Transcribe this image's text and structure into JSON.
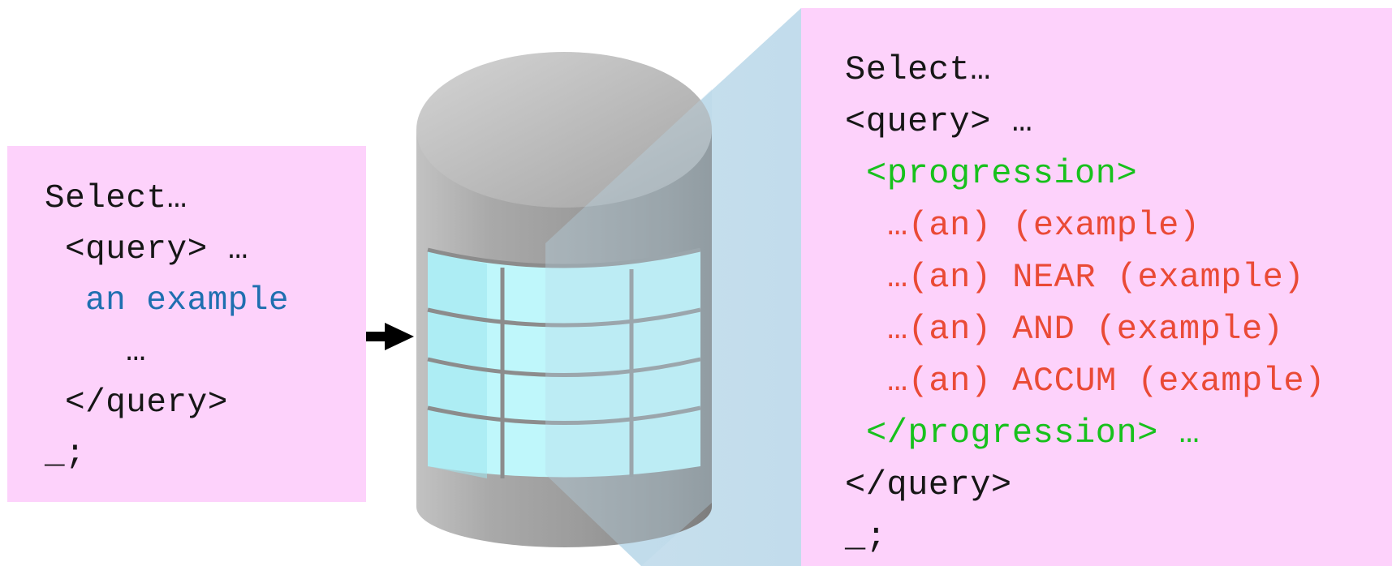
{
  "colors": {
    "panel_fill": "#fdd2fb",
    "text_default": "#161616",
    "text_blue": "#1f6fb0",
    "text_green": "#17c11c",
    "text_red": "#ea4a36",
    "cylinder_gray": "#aaaaaa",
    "window_cyan": "#bff7fb"
  },
  "icons": {
    "database": "database-cylinder-icon",
    "arrow": "arrow-right-icon"
  },
  "left_panel": {
    "lines": [
      {
        "text": "Select…",
        "color": "default",
        "indent": 0
      },
      {
        "text": "<query> …",
        "color": "default",
        "indent": 1
      },
      {
        "text": "an example",
        "color": "blue",
        "indent": 2
      },
      {
        "text": "…",
        "color": "default",
        "indent": 4
      },
      {
        "text": "</query>",
        "color": "default",
        "indent": 1
      },
      {
        "text": "_;",
        "color": "default",
        "indent": 0
      }
    ]
  },
  "right_panel": {
    "lines": [
      {
        "text": "Select…",
        "color": "default",
        "indent": 0
      },
      {
        "text": "<query> …",
        "color": "default",
        "indent": 0
      },
      {
        "text": "<progression>",
        "color": "green",
        "indent": 1
      },
      {
        "text": "…(an) (example)",
        "color": "red",
        "indent": 2
      },
      {
        "text": "…(an) NEAR (example)",
        "color": "red",
        "indent": 2
      },
      {
        "text": "…(an) AND (example)",
        "color": "red",
        "indent": 2
      },
      {
        "text": "…(an) ACCUM (example)",
        "color": "red",
        "indent": 2
      },
      {
        "text": "</progression> …",
        "color": "green",
        "indent": 1
      },
      {
        "text": "</query>",
        "color": "default",
        "indent": 0
      },
      {
        "text": "_;",
        "color": "default",
        "indent": 0
      }
    ]
  }
}
